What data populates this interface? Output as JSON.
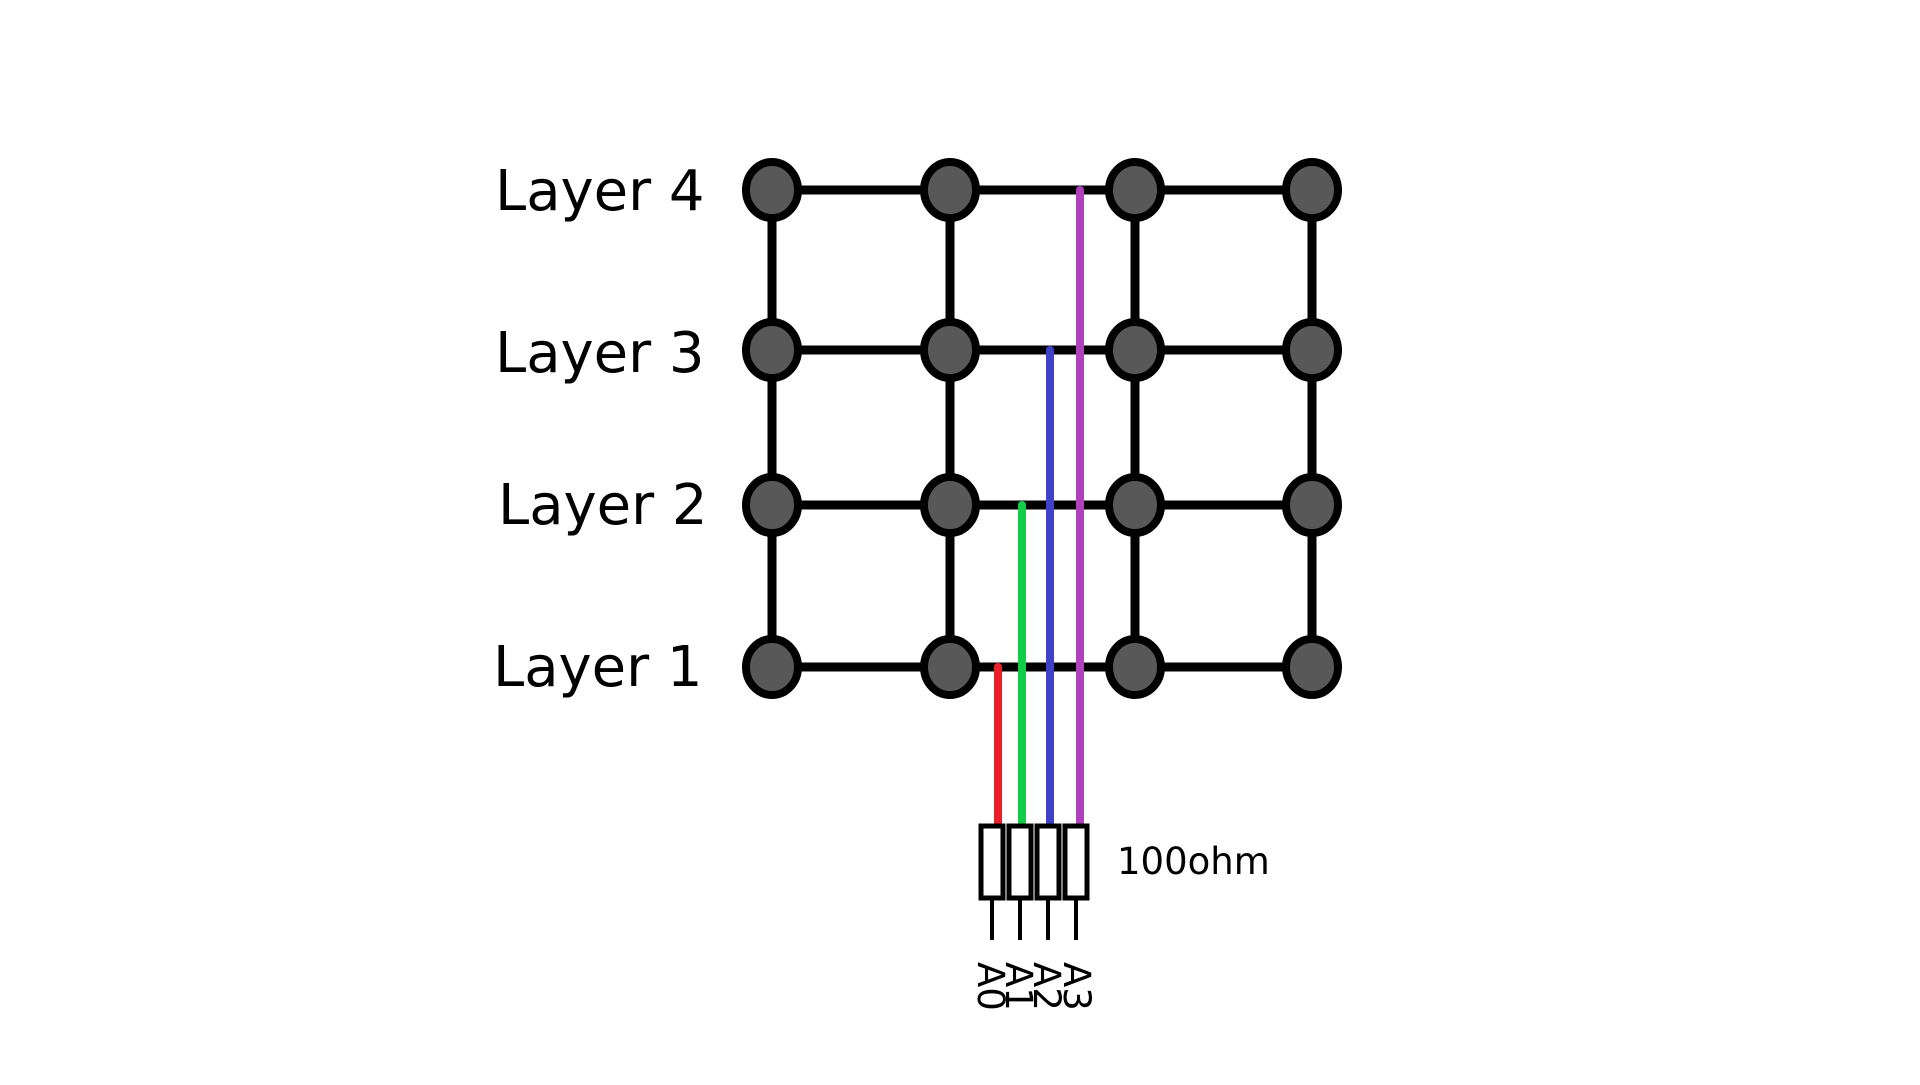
{
  "diagram": {
    "layers": [
      {
        "label": "Layer 4"
      },
      {
        "label": "Layer 3"
      },
      {
        "label": "Layer 2"
      },
      {
        "label": "Layer 1"
      }
    ],
    "columns": 4,
    "wires": [
      {
        "pin": "A0",
        "color": "#e8202a",
        "connects_to": "Layer 1"
      },
      {
        "pin": "A1",
        "color": "#14cc4a",
        "connects_to": "Layer 2"
      },
      {
        "pin": "A2",
        "color": "#4040c8",
        "connects_to": "Layer 3"
      },
      {
        "pin": "A3",
        "color": "#b040bc",
        "connects_to": "Layer 4"
      }
    ],
    "resistor_label": "100ohm",
    "colors": {
      "node_fill": "#585858",
      "line": "#000000",
      "background": "#ffffff"
    }
  }
}
